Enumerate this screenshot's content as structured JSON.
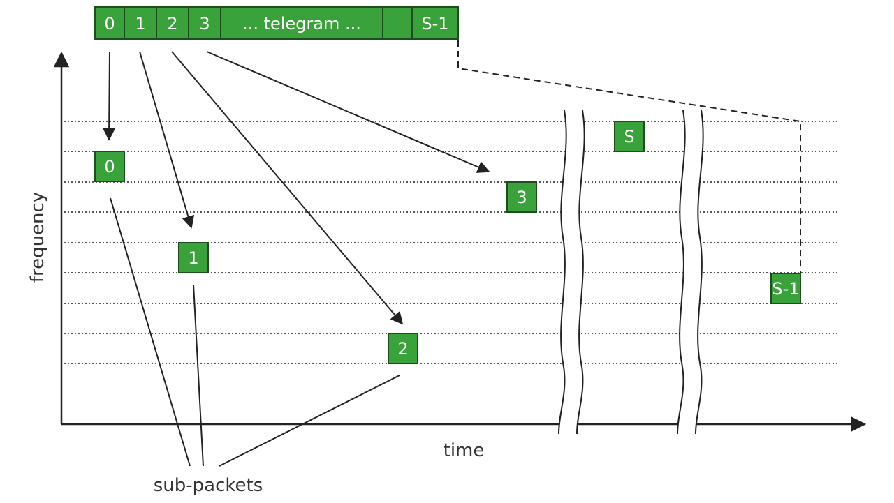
{
  "colors": {
    "green": "#3aa23a",
    "green_border": "#1e4d1e",
    "line": "#222222",
    "grid": "#555555",
    "text": "#333333"
  },
  "telegram": {
    "cells": [
      "0",
      "1",
      "2",
      "3",
      "... telegram ...",
      "",
      "S-1"
    ]
  },
  "subpackets": {
    "p0": "0",
    "p1": "1",
    "p2": "2",
    "p3": "3",
    "pS": "S",
    "pS1": "S-1"
  },
  "axes": {
    "x_label": "time",
    "y_label": "frequency"
  },
  "annotation": {
    "label": "sub-packets"
  }
}
